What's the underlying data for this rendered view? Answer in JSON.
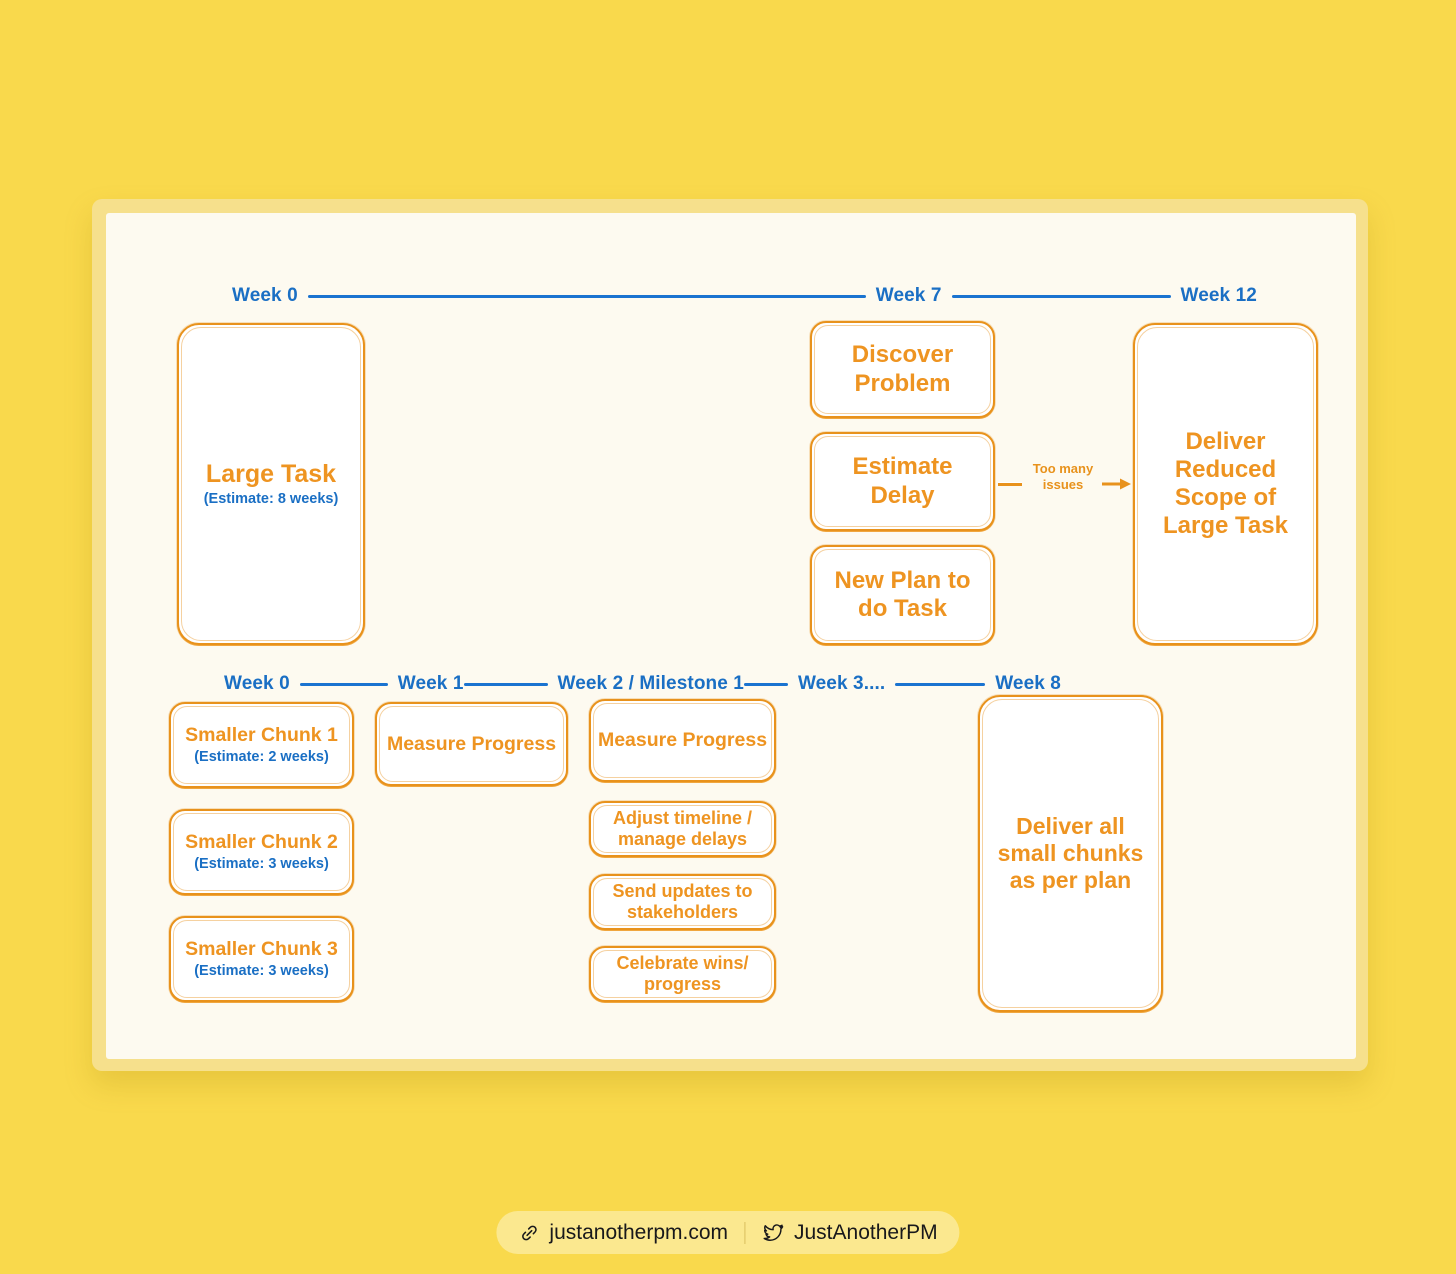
{
  "page": {
    "background_color": "#F9D94C",
    "card_frame_color": "#F6E08C",
    "canvas_color": "#FDFAF0",
    "accent_orange": "#EE9421",
    "accent_blue": "#1A6FC4"
  },
  "diagram": {
    "timeline_top": {
      "labels": [
        "Week 0",
        "Week 7",
        "Week 12"
      ]
    },
    "timeline_bottom": {
      "labels": [
        "Week 0",
        "Week 1",
        "Week 2 / Milestone 1",
        "Week 3....",
        "Week 8"
      ]
    },
    "top_row": {
      "large_task": {
        "title": "Large Task",
        "estimate": "(Estimate: 8 weeks)"
      },
      "discover_problem": {
        "title": "Discover\nProblem"
      },
      "estimate_delay": {
        "title": "Estimate\nDelay"
      },
      "new_plan": {
        "title": "New Plan to\ndo Task"
      },
      "deliver_reduced": {
        "title": "Deliver\nReduced\nScope of\nLarge Task"
      },
      "connector_label": "Too many\nissues"
    },
    "bottom_row": {
      "chunk_1": {
        "title": "Smaller Chunk 1",
        "estimate": "(Estimate: 2 weeks)"
      },
      "chunk_2": {
        "title": "Smaller Chunk 2",
        "estimate": "(Estimate: 3 weeks)"
      },
      "chunk_3": {
        "title": "Smaller Chunk 3",
        "estimate": "(Estimate: 3 weeks)"
      },
      "measure_week1": {
        "title": "Measure Progress"
      },
      "measure_week2": {
        "title": "Measure Progress"
      },
      "adjust_timeline": {
        "title": "Adjust timeline /\nmanage delays"
      },
      "send_updates": {
        "title": "Send updates to\nstakeholders"
      },
      "celebrate": {
        "title": "Celebrate wins/\nprogress"
      },
      "deliver_all": {
        "title": "Deliver all\nsmall chunks\nas per plan"
      }
    }
  },
  "footer": {
    "website": "justanotherpm.com",
    "twitter_handle": "JustAnotherPM"
  }
}
